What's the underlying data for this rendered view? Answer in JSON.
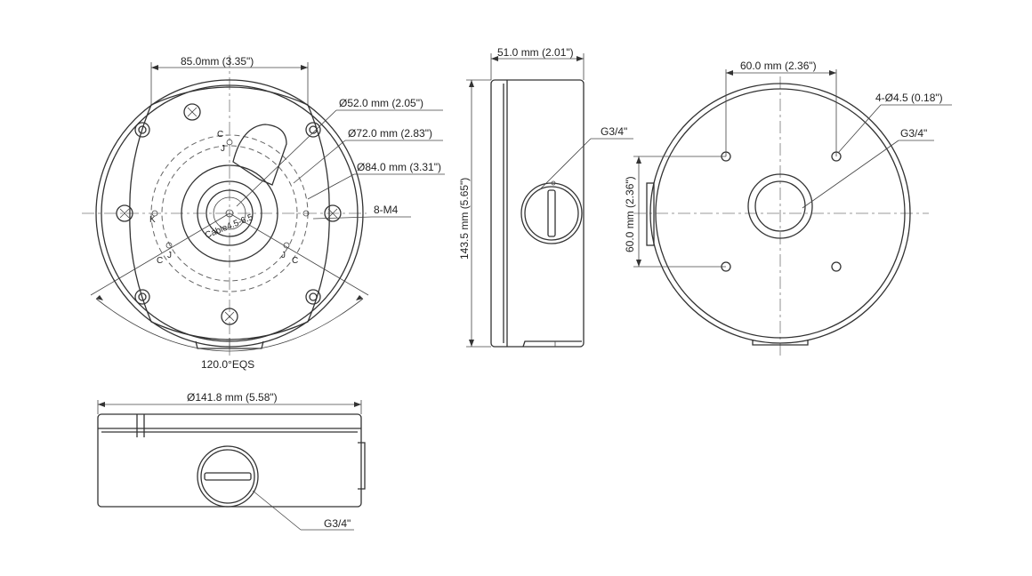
{
  "bottom_view": {
    "dim_mount_width": "85.0mm (3.35\")",
    "dim_d52": "Ø52.0 mm (2.05\")",
    "dim_d72": "Ø72.0 mm (2.83\")",
    "dim_d84": "Ø84.0 mm (3.31\")",
    "dim_m4": "8-M4",
    "angle": "120.0°EQS",
    "cable": "Cable4.5-6.5",
    "hole_marks": [
      "C",
      "J",
      "K",
      "C",
      "J",
      "C",
      "J"
    ]
  },
  "side_view_vertical": {
    "dim_depth": "51.0 mm (2.01\")",
    "dim_height": "143.5 mm (5.65\")",
    "port": "G3/4\""
  },
  "top_view": {
    "dim_hole_spacing_h": "60.0 mm (2.36\")",
    "dim_hole_spacing_v": "60.0 mm (2.36\")",
    "dim_holes": "4-Ø4.5 (0.18\")",
    "port": "G3/4\""
  },
  "side_view_horizontal": {
    "dim_diameter": "Ø141.8 mm (5.58\")",
    "port": "G3/4\""
  }
}
